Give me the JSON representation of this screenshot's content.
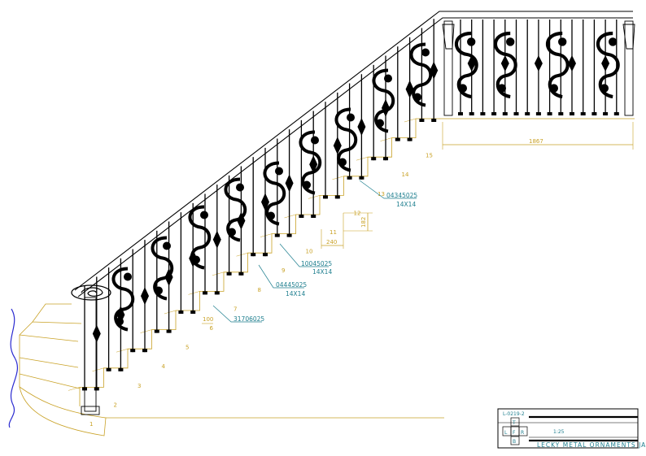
{
  "colors": {
    "line": "#000000",
    "dimension": "#c9a227",
    "callout": "#1f7f8f",
    "contour": "#2a2ad0"
  },
  "steps": [
    "1",
    "2",
    "3",
    "4",
    "5",
    "6",
    "7",
    "8",
    "9",
    "10",
    "11",
    "12",
    "13",
    "14",
    "15"
  ],
  "dimensions": {
    "going": "240",
    "rise": "182",
    "landing_length": "1867",
    "small_offset": "100"
  },
  "callouts": [
    {
      "code": "04345025",
      "size": "14X14"
    },
    {
      "code": "10045025",
      "size": "14X14"
    },
    {
      "code": "04445025",
      "size": "14X14"
    },
    {
      "code": "31706025",
      "size": ""
    }
  ],
  "title_block": {
    "drawing_no": "L-0219-2",
    "scale": "1:25",
    "company": "LECKY METAL ORNAMENTS JAPAN",
    "view_top": "T",
    "view_left": "L",
    "view_front": "F",
    "view_right": "R",
    "view_bottom": "B"
  }
}
